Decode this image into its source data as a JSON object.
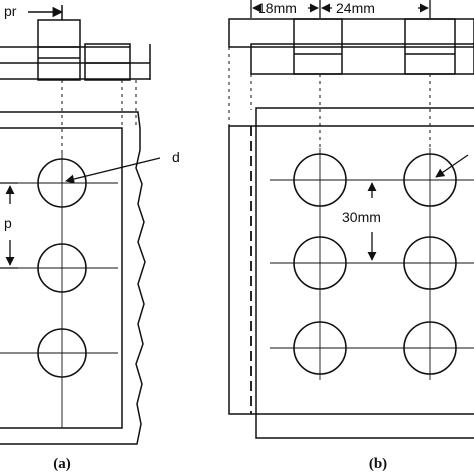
{
  "labels": {
    "pitch_row": "pr",
    "diameter_a": "d",
    "pitch": "p",
    "dim_left": "18mm",
    "dim_right": "24mm",
    "dim_vertical": "30mm"
  },
  "captions": {
    "a": "(a)",
    "b": "(b)"
  }
}
